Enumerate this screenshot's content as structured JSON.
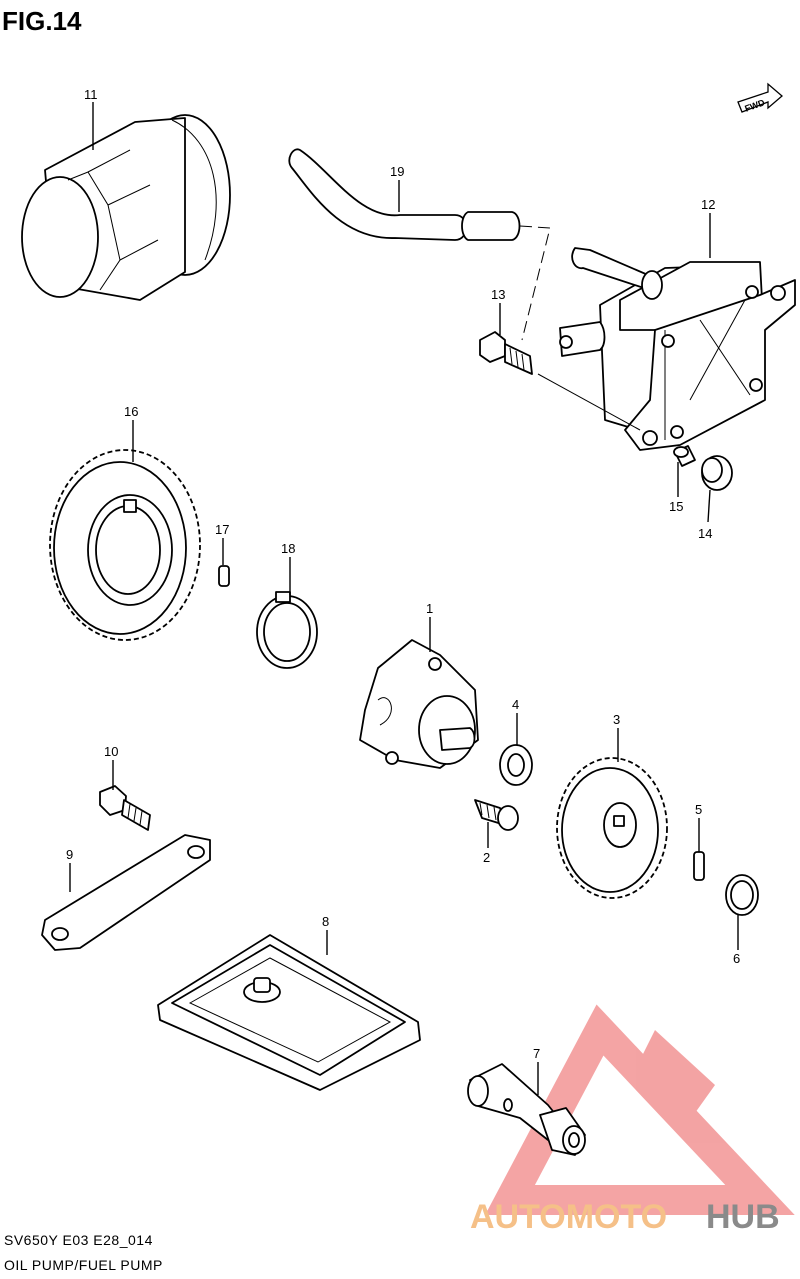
{
  "figure": {
    "title": "FIG.14",
    "reference_code": "SV650Y E03 E28_014",
    "name": "OIL PUMP/FUEL PUMP",
    "fwd_label": "FWD"
  },
  "callouts": [
    "1",
    "2",
    "3",
    "4",
    "5",
    "6",
    "7",
    "8",
    "9",
    "10",
    "11",
    "12",
    "13",
    "14",
    "15",
    "16",
    "17",
    "18",
    "19"
  ],
  "watermark": {
    "word_a": "AUTOMOTO",
    "word_b": "HUB",
    "color_a": "#f5c088",
    "color_b": "#8a8a8a",
    "logo_color": "#f08585"
  }
}
